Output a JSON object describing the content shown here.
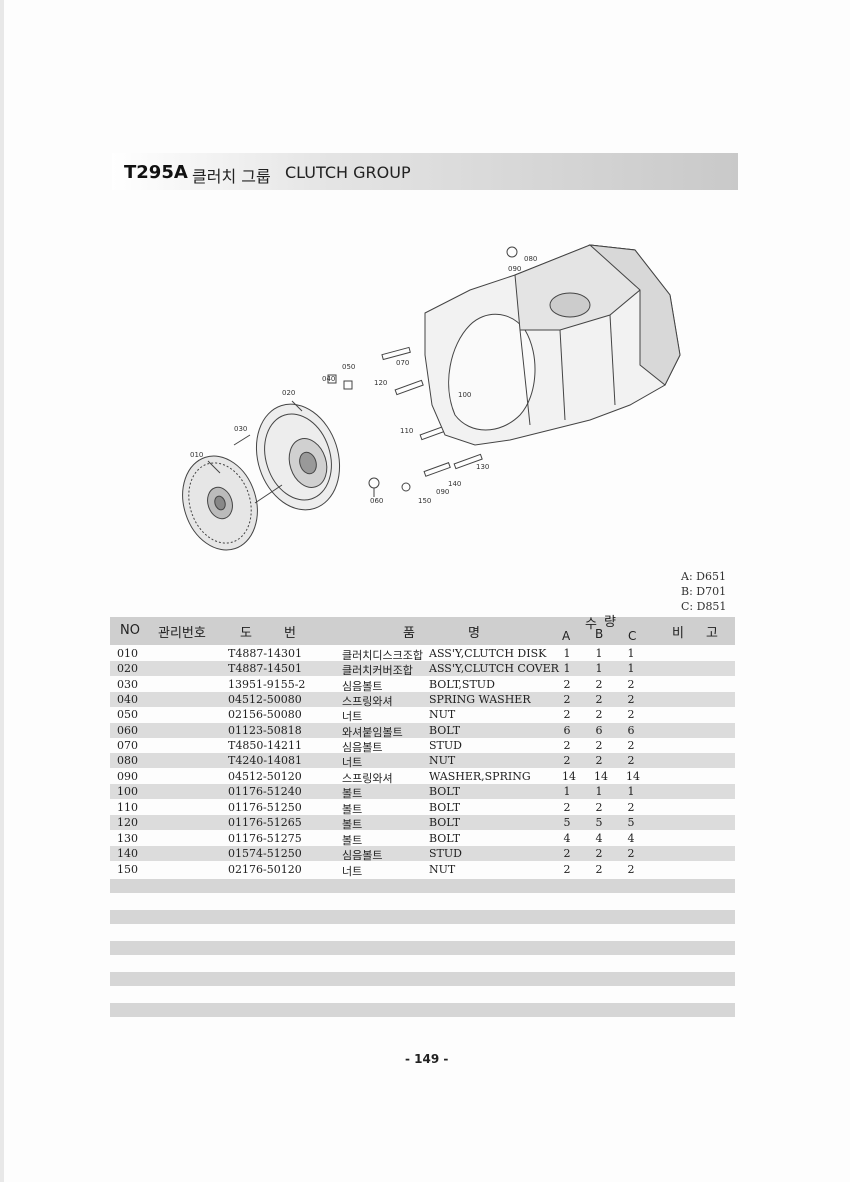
{
  "header": {
    "code": "T295A",
    "title_kr": "클러치 그룹",
    "title_en": "CLUTCH GROUP"
  },
  "diagram_labels": {
    "l010": "010",
    "l020": "020",
    "l030": "030",
    "l040": "040",
    "l050": "050",
    "l060": "060",
    "l070": "070",
    "l080": "080",
    "l090": "090",
    "l100": "100",
    "l110": "110",
    "l120": "120",
    "l130": "130",
    "l140": "140",
    "l150": "150",
    "l090b": "090"
  },
  "models": {
    "a": "A: D651",
    "b": "B: D701",
    "c": "C: D851"
  },
  "table_header": {
    "no": "NO",
    "mgmt": "관리번호",
    "do": "도",
    "beon": "번",
    "pum": "품",
    "myeong": "명",
    "su": "수",
    "ryang": "량",
    "a": "A",
    "b": "B",
    "c": "C",
    "bi": "비",
    "go": "고"
  },
  "rows": [
    {
      "no": "010",
      "part": "T4887-14301",
      "kr": "클러치디스크조합",
      "en": "ASS'Y,CLUTCH DISK",
      "a": "1",
      "b": "1",
      "c": "1"
    },
    {
      "no": "020",
      "part": "T4887-14501",
      "kr": "클러치커버조합",
      "en": "ASS'Y,CLUTCH COVER",
      "a": "1",
      "b": "1",
      "c": "1"
    },
    {
      "no": "030",
      "part": "13951-9155-2",
      "kr": "심음볼트",
      "en": "BOLT,STUD",
      "a": "2",
      "b": "2",
      "c": "2"
    },
    {
      "no": "040",
      "part": "04512-50080",
      "kr": "스프링와셔",
      "en": "SPRING WASHER",
      "a": "2",
      "b": "2",
      "c": "2"
    },
    {
      "no": "050",
      "part": "02156-50080",
      "kr": "너트",
      "en": "NUT",
      "a": "2",
      "b": "2",
      "c": "2"
    },
    {
      "no": "060",
      "part": "01123-50818",
      "kr": "와셔붙임볼트",
      "en": "BOLT",
      "a": "6",
      "b": "6",
      "c": "6"
    },
    {
      "no": "070",
      "part": "T4850-14211",
      "kr": "심음볼트",
      "en": "STUD",
      "a": "2",
      "b": "2",
      "c": "2"
    },
    {
      "no": "080",
      "part": "T4240-14081",
      "kr": "너트",
      "en": "NUT",
      "a": "2",
      "b": "2",
      "c": "2"
    },
    {
      "no": "090",
      "part": "04512-50120",
      "kr": "스프링와셔",
      "en": "WASHER,SPRING",
      "a": "14",
      "b": "14",
      "c": "14"
    },
    {
      "no": "100",
      "part": "01176-51240",
      "kr": "볼트",
      "en": "BOLT",
      "a": "1",
      "b": "1",
      "c": "1"
    },
    {
      "no": "110",
      "part": "01176-51250",
      "kr": "볼트",
      "en": "BOLT",
      "a": "2",
      "b": "2",
      "c": "2"
    },
    {
      "no": "120",
      "part": "01176-51265",
      "kr": "볼트",
      "en": "BOLT",
      "a": "5",
      "b": "5",
      "c": "5"
    },
    {
      "no": "130",
      "part": "01176-51275",
      "kr": "볼트",
      "en": "BOLT",
      "a": "4",
      "b": "4",
      "c": "4"
    },
    {
      "no": "140",
      "part": "01574-51250",
      "kr": "심음볼트",
      "en": "STUD",
      "a": "2",
      "b": "2",
      "c": "2"
    },
    {
      "no": "150",
      "part": "02176-50120",
      "kr": "너트",
      "en": "NUT",
      "a": "2",
      "b": "2",
      "c": "2"
    }
  ],
  "page_number": "- 149 -"
}
